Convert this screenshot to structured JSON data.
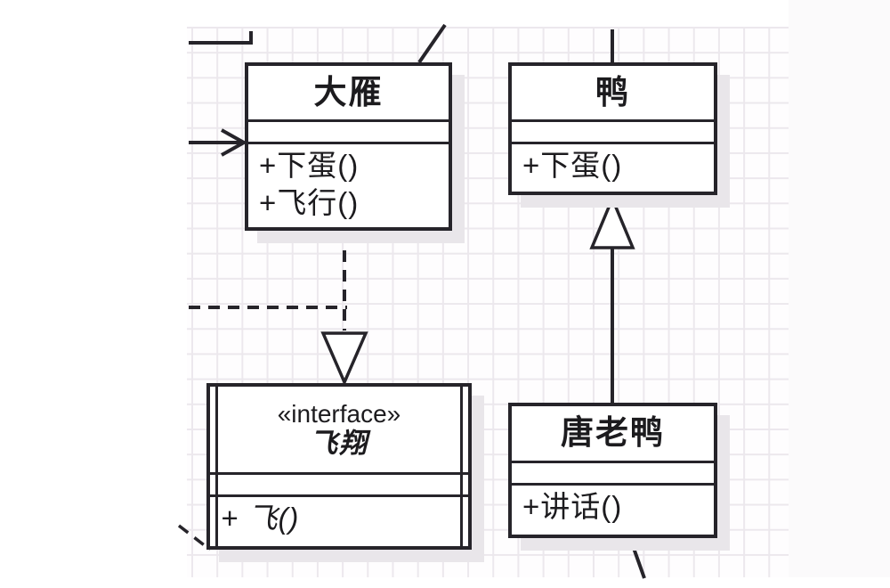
{
  "diagram_type": "uml-class-diagram",
  "classes": {
    "wild_goose": {
      "name": "大雁",
      "attributes": [],
      "methods": [
        "+下蛋()",
        "+飞行()"
      ]
    },
    "duck": {
      "name": "鸭",
      "attributes": [],
      "methods": [
        "+下蛋()"
      ]
    },
    "donald_duck": {
      "name": "唐老鸭",
      "attributes": [],
      "methods": [
        "+讲话()"
      ]
    },
    "flying_interface": {
      "stereotype": "«interface»",
      "name": "飞翔",
      "attributes": [],
      "methods": [
        "+ 飞()"
      ]
    }
  },
  "relationships": [
    {
      "type": "realization",
      "from": "大雁",
      "to": "飞翔",
      "style": "dashed-hollow-triangle"
    },
    {
      "type": "generalization",
      "from": "唐老鸭",
      "to": "鸭",
      "style": "solid-hollow-triangle"
    }
  ],
  "colors": {
    "line": "#26242a",
    "grid_line": "#ece8ed",
    "shadow": "#e9e6ea",
    "background": "#ffffff"
  }
}
